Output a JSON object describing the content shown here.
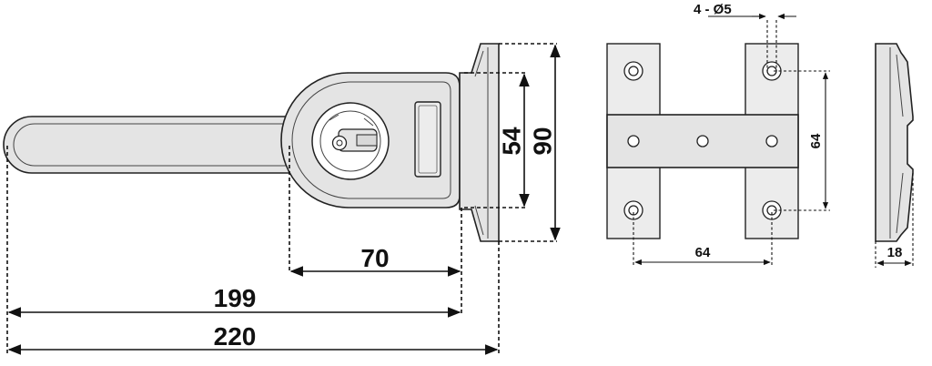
{
  "figure": {
    "colors": {
      "line": "#111111",
      "part_fill": "#e4e4e4",
      "background": "#ffffff"
    }
  },
  "dimensions": {
    "length_220": "220",
    "length_199": "199",
    "length_70": "70",
    "height_54": "54",
    "height_90": "90",
    "holes_label": "4 -  Ø5",
    "hole_vertical_64": "64",
    "hole_horizontal_64": "64",
    "depth_18": "18"
  }
}
